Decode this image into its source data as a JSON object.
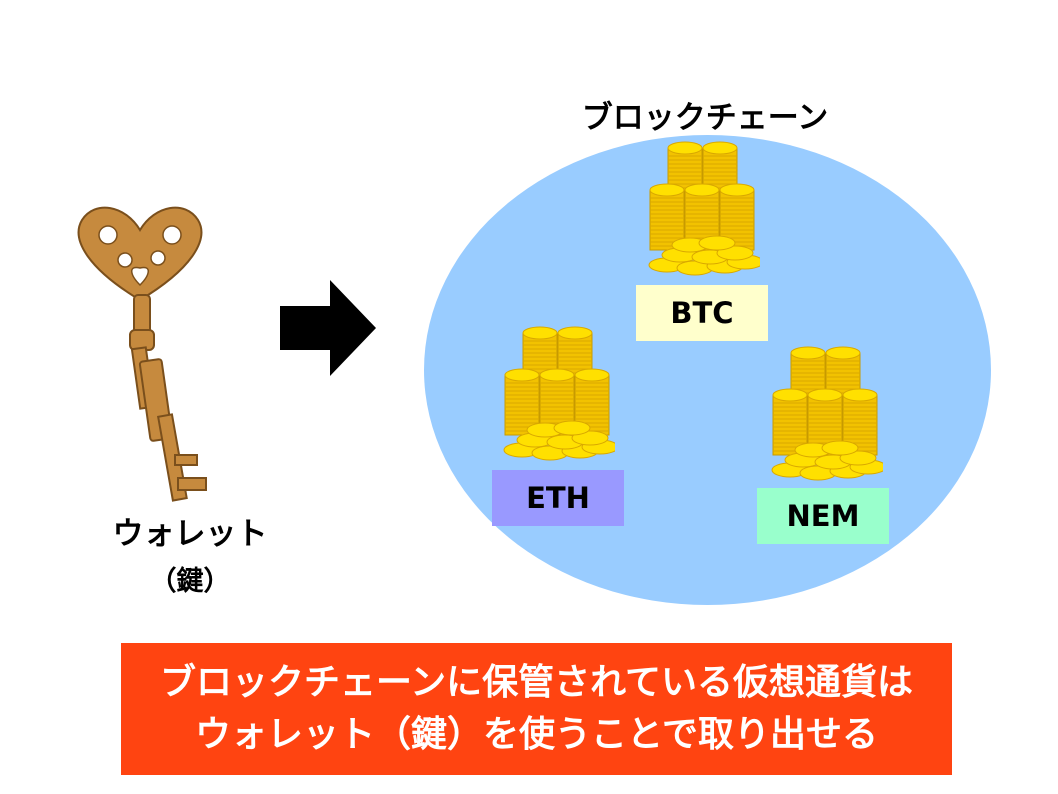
{
  "blockchain": {
    "title": "ブロックチェーン",
    "currencies": [
      {
        "label": "BTC",
        "color": "#FFFFCC"
      },
      {
        "label": "ETH",
        "color": "#9999FF"
      },
      {
        "label": "NEM",
        "color": "#99FFCC"
      }
    ],
    "circle_color": "#99CCFF"
  },
  "wallet": {
    "line1": "ウォレット",
    "line2": "（鍵）"
  },
  "banner": {
    "line1": "ブロックチェーンに保管されている仮想通貨は",
    "line2": "ウォレット（鍵）を使うことで取り出せる",
    "color": "#FF4411"
  }
}
